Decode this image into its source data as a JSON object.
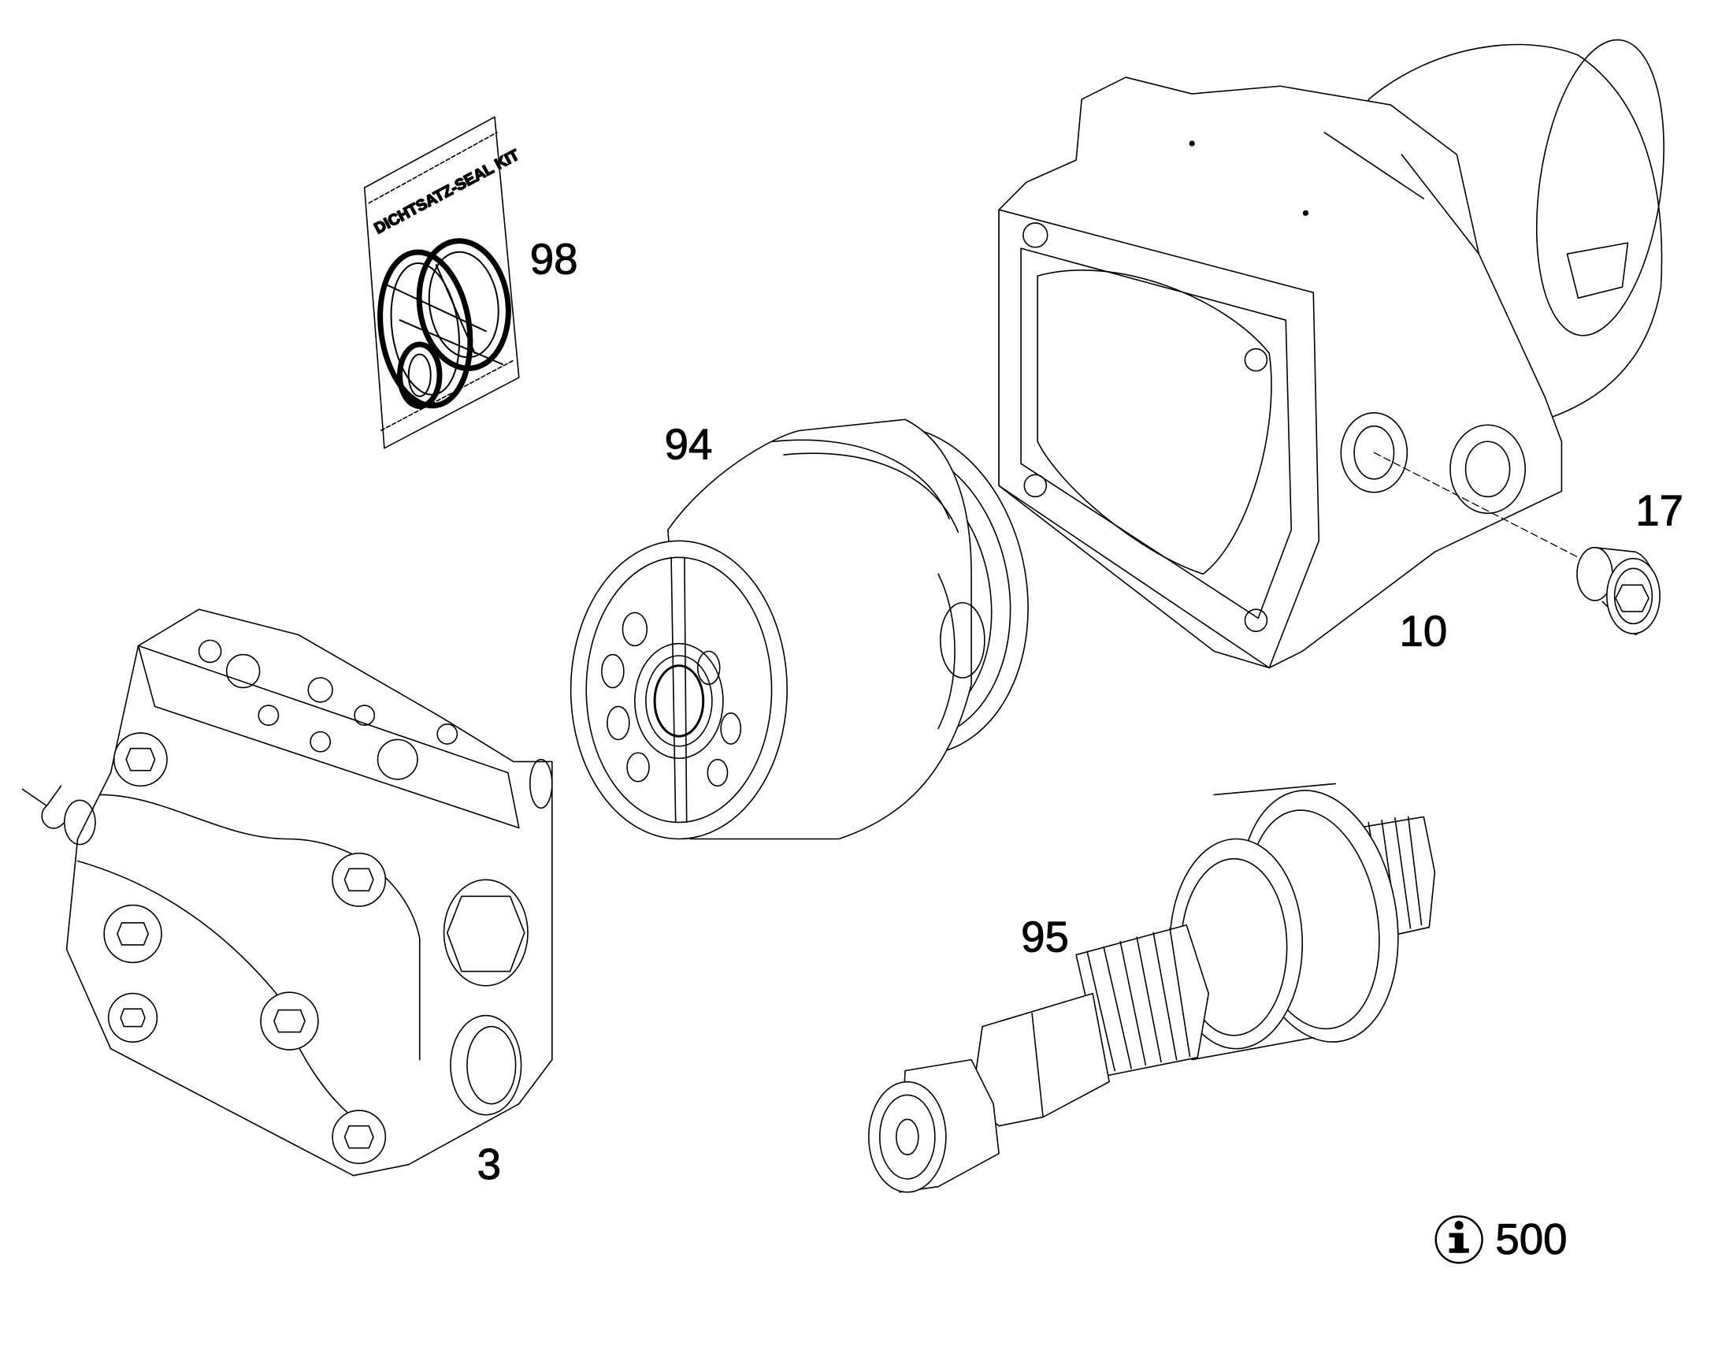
{
  "diagram": {
    "seal_kit_text": "DICHTSATZ-SEAL KIT",
    "parts": [
      {
        "id": "part-98",
        "label": "98",
        "name": "seal kit"
      },
      {
        "id": "part-94",
        "label": "94",
        "name": "rotary group"
      },
      {
        "id": "part-10",
        "label": "10",
        "name": "housing"
      },
      {
        "id": "part-17",
        "label": "17",
        "name": "plug"
      },
      {
        "id": "part-3",
        "label": "3",
        "name": "port plate / end cap"
      },
      {
        "id": "part-95",
        "label": "95",
        "name": "drive shaft"
      }
    ],
    "info": {
      "icon": "info-icon",
      "value": "500"
    }
  }
}
